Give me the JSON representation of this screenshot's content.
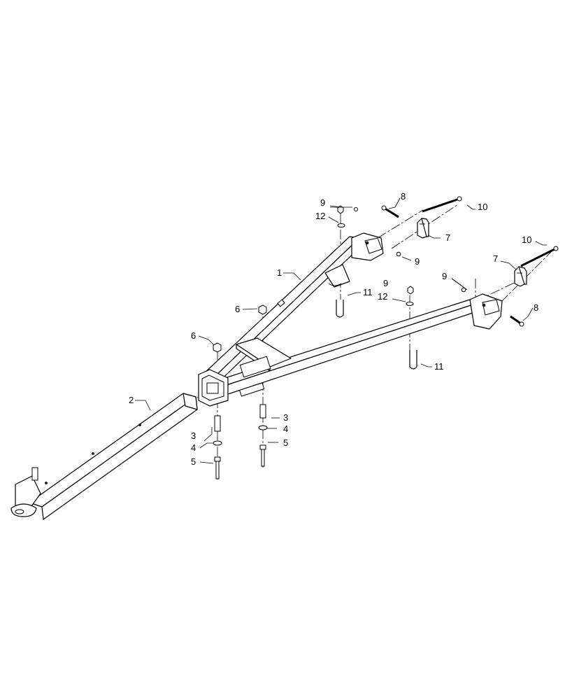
{
  "callouts": [
    {
      "id": "c-1",
      "label": "1"
    },
    {
      "id": "c-2",
      "label": "2"
    },
    {
      "id": "c-3a",
      "label": "3"
    },
    {
      "id": "c-3b",
      "label": "3"
    },
    {
      "id": "c-4a",
      "label": "4"
    },
    {
      "id": "c-4b",
      "label": "4"
    },
    {
      "id": "c-5a",
      "label": "5"
    },
    {
      "id": "c-5b",
      "label": "5"
    },
    {
      "id": "c-6a",
      "label": "6"
    },
    {
      "id": "c-6b",
      "label": "6"
    },
    {
      "id": "c-7a",
      "label": "7"
    },
    {
      "id": "c-7b",
      "label": "7"
    },
    {
      "id": "c-8a",
      "label": "8"
    },
    {
      "id": "c-8b",
      "label": "8"
    },
    {
      "id": "c-9a",
      "label": "9"
    },
    {
      "id": "c-9b",
      "label": "9"
    },
    {
      "id": "c-9c",
      "label": "9"
    },
    {
      "id": "c-10a",
      "label": "10"
    },
    {
      "id": "c-10b",
      "label": "10"
    },
    {
      "id": "c-11a",
      "label": "11"
    },
    {
      "id": "c-11b",
      "label": "11"
    },
    {
      "id": "c-12a",
      "label": "12"
    },
    {
      "id": "c-12b",
      "label": "12"
    }
  ]
}
